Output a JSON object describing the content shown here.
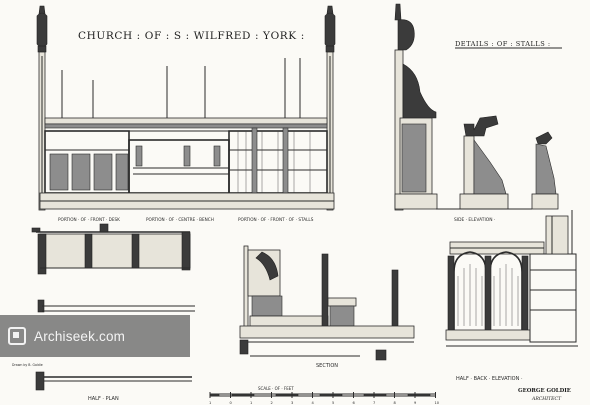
{
  "sheet": {
    "title": "CHURCH : OF : S : WILFRED : YORK :",
    "details_title": "DETAILS : OF : STALLS :",
    "elevation_labels": {
      "front_desk": "PORTION · OF · FRONT · DESK",
      "centre_bench": "PORTION · OF · CENTRE · BENCH",
      "front_stalls": "PORTION · OF · FRONT · OF · STALLS"
    },
    "side_elevation": "SIDE · ELEVATION ·",
    "section": "SECTION",
    "half_back_elevation": "HALF · BACK · ELEVATION ·",
    "half_plan": "HALF · PLAN",
    "scale_label": "SCALE · OF · FEET",
    "scale_ticks": [
      "1",
      "0",
      "1",
      "2",
      "3",
      "4",
      "5",
      "6",
      "7",
      "8",
      "9",
      "10"
    ],
    "architect_name": "GEORGE GOLDIE",
    "architect_title": "ARCHITECT",
    "small_credit": "Drawn by B. Goldie"
  },
  "watermark": {
    "text": "Archiseek.com",
    "icon": "archiseek-logo-icon"
  },
  "colors": {
    "paper": "#fbfaf6",
    "ink": "#2b2b2b",
    "watermark_bg": "#5c5c5c"
  }
}
